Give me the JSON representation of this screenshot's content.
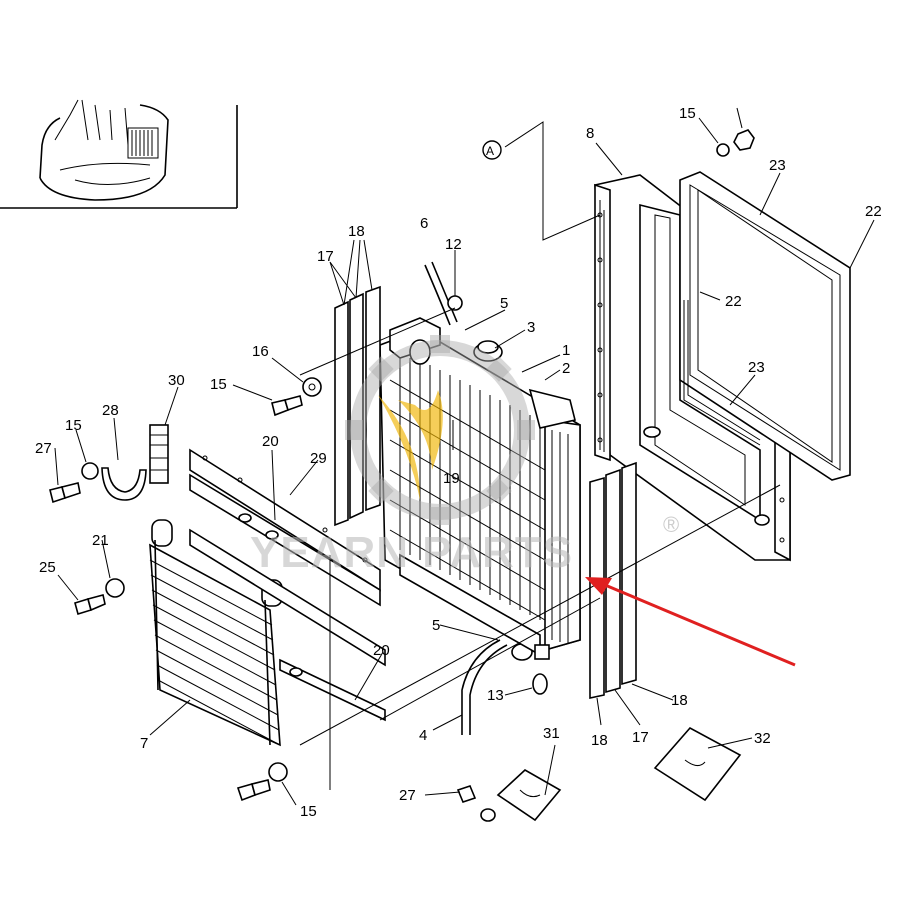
{
  "watermark": {
    "brand": "YEARN PARTS",
    "registered": "®",
    "gear_color": "#a9a9a9",
    "leaf_color": "#f0b400"
  },
  "reference_marker": "A",
  "highlight_arrow_color": "#e02020",
  "callouts": {
    "p1": "1",
    "p2": "2",
    "p3": "3",
    "p4": "4",
    "p5a": "5",
    "p5b": "5",
    "p6": "6",
    "p7": "7",
    "p8": "8",
    "p12": "12",
    "p13": "13",
    "p15a": "15",
    "p15b": "15",
    "p15c": "15",
    "p15d": "15",
    "p16": "16",
    "p17a": "17",
    "p17b": "17",
    "p18a": "18",
    "p18b": "18",
    "p18c": "18",
    "p19": "19",
    "p20a": "20",
    "p20b": "20",
    "p21": "21",
    "p22a": "22",
    "p22b": "22",
    "p23a": "23",
    "p23b": "23",
    "p25": "25",
    "p27a": "27",
    "p27b": "27",
    "p28": "28",
    "p29": "29",
    "p30": "30",
    "p31": "31",
    "p32": "32"
  }
}
